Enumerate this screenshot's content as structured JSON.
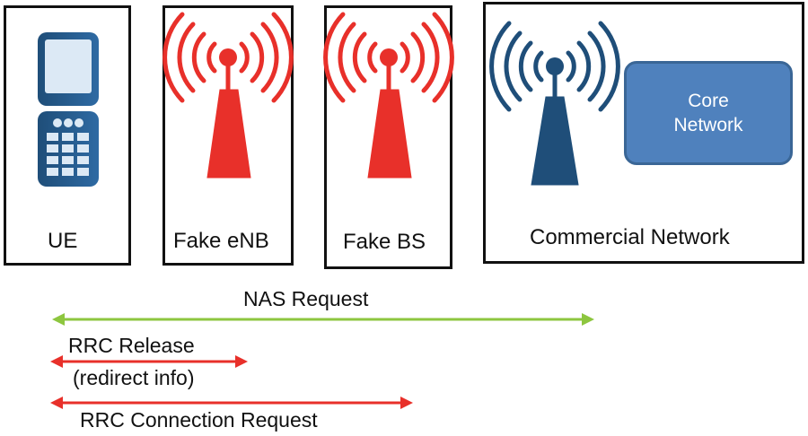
{
  "nodes": {
    "ue": "UE",
    "fake_enb": "Fake eNB",
    "fake_bs": "Fake BS",
    "commercial": "Commercial Network",
    "core_line1": "Core",
    "core_line2": "Network"
  },
  "messages": {
    "nas": "NAS Request",
    "rrc_release": "RRC Release",
    "rrc_release_info": "(redirect info)",
    "rrc_conn": "RRC Connection Request"
  },
  "colors": {
    "fake": "#e8302a",
    "commercial": "#1f4e79",
    "core": "#4f81bd",
    "nas_arrow": "#8dc63f",
    "rrc_arrow": "#e8302a"
  }
}
